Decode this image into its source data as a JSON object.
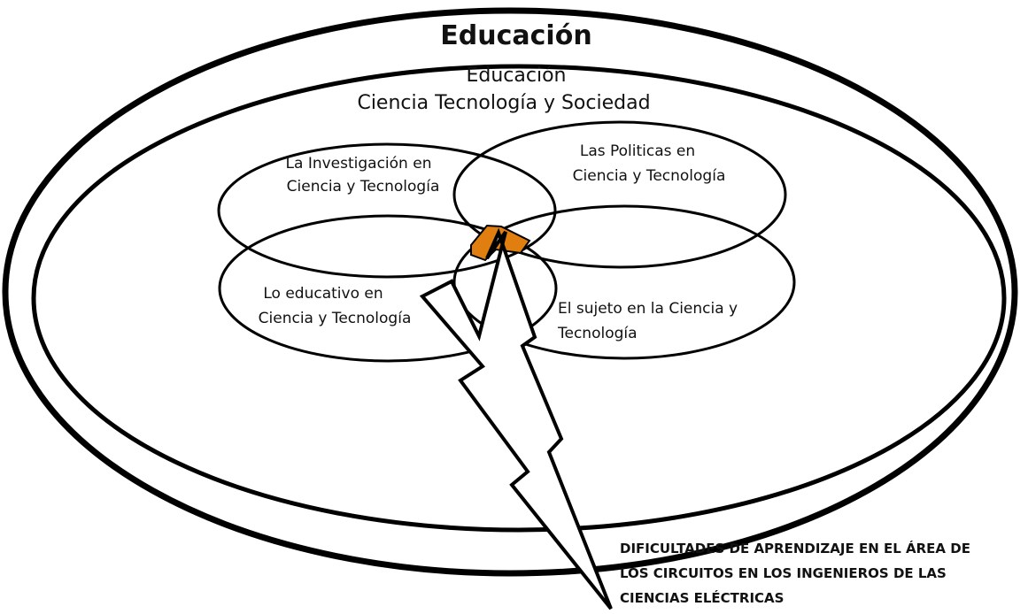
{
  "diagram": {
    "outer_title": "Educación",
    "inner_title_line1": "Educación",
    "inner_title_line2": "Ciencia Tecnología y Sociedad",
    "circles": {
      "investigacion": {
        "line1": "La Investigación en",
        "line2": "Ciencia y Tecnología"
      },
      "politicas": {
        "line1": "Las Politicas en",
        "line2": "Ciencia y Tecnología"
      },
      "educativo": {
        "line1": "Lo educativo en",
        "line2": "Ciencia y Tecnología"
      },
      "sujeto": {
        "line1": "El sujeto en la Ciencia y",
        "line2": "Tecnología"
      }
    },
    "result": {
      "line1": "DIFICULTADES DE APRENDIZAJE EN EL ÁREA DE",
      "line2": "LOS CIRCUITOS EN LOS INGENIEROS DE LAS",
      "line3": "CIENCIAS ELÉCTRICAS"
    },
    "colors": {
      "stroke": "#000000",
      "intersection_highlight": "#e07f10"
    }
  }
}
